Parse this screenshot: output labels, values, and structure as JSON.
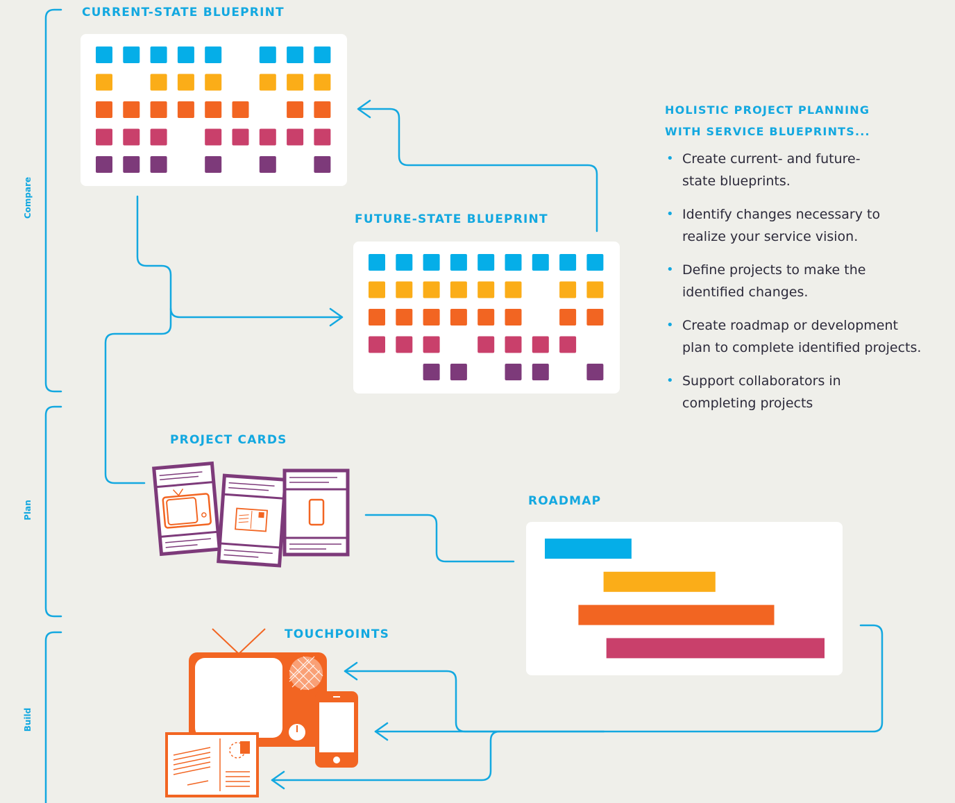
{
  "phases": [
    "Compare",
    "Plan",
    "Build"
  ],
  "current_blueprint": {
    "title": "CURRENT-STATE BLUEPRINT",
    "rows": [
      [
        1,
        1,
        1,
        1,
        1,
        0,
        1,
        1,
        1
      ],
      [
        1,
        0,
        1,
        1,
        1,
        0,
        1,
        1,
        1
      ],
      [
        1,
        1,
        1,
        1,
        1,
        1,
        0,
        1,
        1
      ],
      [
        1,
        1,
        1,
        0,
        1,
        1,
        1,
        1,
        1
      ],
      [
        1,
        1,
        1,
        0,
        1,
        0,
        1,
        0,
        1
      ]
    ]
  },
  "future_blueprint": {
    "title": "FUTURE-STATE BLUEPRINT",
    "rows": [
      [
        1,
        1,
        1,
        1,
        1,
        1,
        1,
        1,
        1
      ],
      [
        1,
        1,
        1,
        1,
        1,
        1,
        0,
        1,
        1
      ],
      [
        1,
        1,
        1,
        1,
        1,
        1,
        0,
        1,
        1
      ],
      [
        1,
        1,
        1,
        0,
        1,
        1,
        1,
        1,
        0
      ],
      [
        0,
        0,
        1,
        1,
        0,
        1,
        1,
        0,
        1
      ]
    ]
  },
  "project_cards": {
    "title": "PROJECT CARDS"
  },
  "roadmap": {
    "title": "ROADMAP",
    "bars": [
      {
        "start": 0.0,
        "end": 0.31
      },
      {
        "start": 0.21,
        "end": 0.61
      },
      {
        "start": 0.12,
        "end": 0.82
      },
      {
        "start": 0.22,
        "end": 1.0
      }
    ]
  },
  "touchpoints": {
    "title": "TOUCHPOINTS"
  },
  "side_panel": {
    "title_line1": "HOLISTIC PROJECT PLANNING",
    "title_line2": "WITH SERVICE BLUEPRINTS...",
    "bullets": [
      {
        "line1": "Create current- and future-",
        "line2": "state blueprints."
      },
      {
        "line1": "Identify changes necessary to",
        "line2": "realize your service vision."
      },
      {
        "line1": "Define projects to make the",
        "line2": "identified changes."
      },
      {
        "line1": "Create roadmap or development",
        "line2": "plan to complete identified projects."
      },
      {
        "line1": "Support collaborators in",
        "line2": "completing projects"
      }
    ]
  },
  "colors": {
    "accent": "#13a8e0",
    "row_colors": [
      "#05aee8",
      "#fbad18",
      "#f26522",
      "#c9406b",
      "#7d3a7a"
    ],
    "background": "#efefea",
    "card_purple": "#7d3a7a",
    "touchpoint_orange": "#f26522"
  }
}
